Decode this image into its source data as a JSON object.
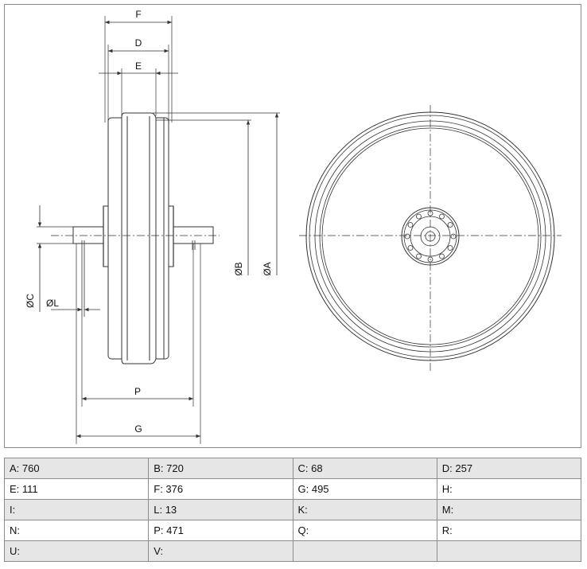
{
  "dimension_labels": {
    "F": "F",
    "D": "D",
    "E": "E",
    "B": "ØB",
    "A": "ØA",
    "C": "ØC",
    "L": "ØL",
    "P": "P",
    "G": "G"
  },
  "specs": [
    [
      "A: 760",
      "B: 720",
      "C: 68",
      "D: 257"
    ],
    [
      "E: 111",
      "F: 376",
      "G: 495",
      "H:"
    ],
    [
      "I:",
      "L: 13",
      "K:",
      "M:"
    ],
    [
      "N:",
      "P: 471",
      "Q:",
      "R:"
    ],
    [
      "U:",
      "V:",
      "",
      ""
    ]
  ],
  "colors": {
    "line": "#333333",
    "border": "#8c8c8c",
    "row_shade": "#e6e6e6"
  }
}
